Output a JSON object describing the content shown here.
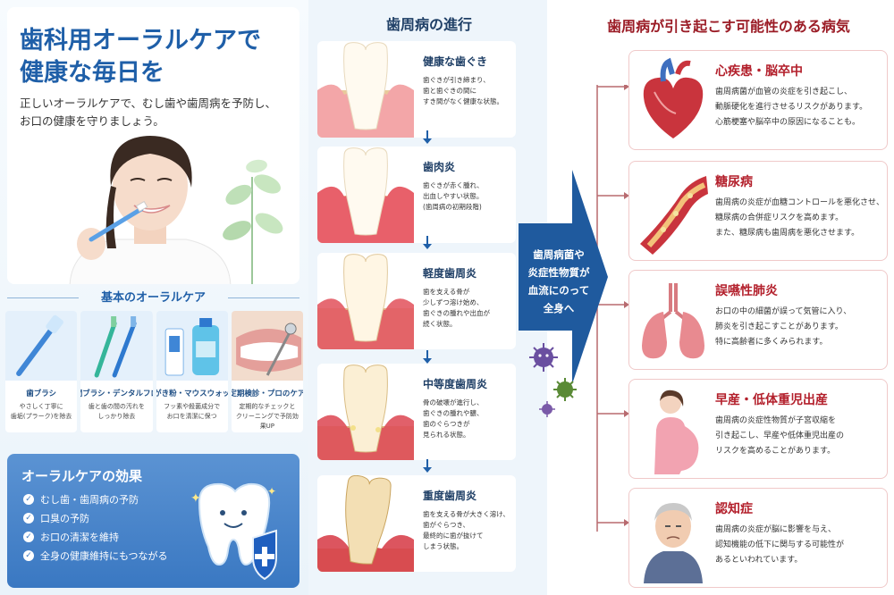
{
  "hero": {
    "title_line1": "歯科用オーラルケアで",
    "title_line2": "健康な毎日を",
    "subtitle_line1": "正しいオーラルケアで、むし歯や歯周病を予防し、",
    "subtitle_line2": "お口の健康を守りましょう。"
  },
  "basic_care": {
    "title": "基本のオーラルケア",
    "items": [
      {
        "name": "歯ブラシ",
        "desc1": "やさしく丁寧に",
        "desc2": "歯垢(プラーク)を除去",
        "icon": "toothbrush-icon"
      },
      {
        "name": "歯間ブラシ・デンタルフロス",
        "desc1": "歯と歯の間の汚れを",
        "desc2": "しっかり除去",
        "icon": "interdental-brush-icon"
      },
      {
        "name": "歯みがき粉・マウスウォッシュ",
        "desc1": "フッ素や殺菌成分で",
        "desc2": "お口を清潔に保つ",
        "icon": "toothpaste-icon"
      },
      {
        "name": "定期検診・プロのケア",
        "desc1": "定期的なチェックと",
        "desc2": "クリーニングで予防効果UP",
        "icon": "dental-mirror-icon"
      }
    ]
  },
  "effects": {
    "title": "オーラルケアの効果",
    "items": [
      "むし歯・歯周病の予防",
      "口臭の予防",
      "お口の清潔を維持",
      "全身の健康維持にもつながる"
    ]
  },
  "progression": {
    "title": "歯周病の進行",
    "stages": [
      {
        "name": "健康な歯ぐき",
        "lines": [
          "歯ぐきが引き締まり、",
          "歯と歯ぐきの間に",
          "すき間がなく健康な状態。"
        ]
      },
      {
        "name": "歯肉炎",
        "lines": [
          "歯ぐきが赤く腫れ、",
          "出血しやすい状態。",
          "(歯周病の初期段階)"
        ]
      },
      {
        "name": "軽度歯周炎",
        "lines": [
          "歯を支える骨が",
          "少しずつ溶け始め、",
          "歯ぐきの腫れや出血が",
          "続く状態。"
        ]
      },
      {
        "name": "中等度歯周炎",
        "lines": [
          "骨の破壊が進行し、",
          "歯ぐきの腫れや膿、",
          "歯のぐらつきが",
          "見られる状態。"
        ]
      },
      {
        "name": "重度歯周炎",
        "lines": [
          "歯を支える骨が大きく溶け、",
          "歯がぐらつき、",
          "最終的に歯が抜けて",
          "しまう状態。"
        ]
      }
    ]
  },
  "arrow": {
    "lines": [
      "歯周病菌や",
      "炎症性物質が",
      "血流にのって",
      "全身へ"
    ],
    "color": "#1f5a9e"
  },
  "diseases": {
    "title": "歯周病が引き起こす可能性のある病気",
    "items": [
      {
        "name": "心疾患・脳卒中",
        "lines": [
          "歯周病菌が血管の炎症を引き起こし、",
          "動脈硬化を進行させるリスクがあります。",
          "心筋梗塞や脳卒中の原因になることも。"
        ],
        "icon": "heart-icon"
      },
      {
        "name": "糖尿病",
        "lines": [
          "歯周病の炎症が血糖コントロールを悪化させ、",
          "糖尿病の合併症リスクを高めます。",
          "また、糖尿病も歯周病を悪化させます。"
        ],
        "icon": "blood-vessel-icon"
      },
      {
        "name": "誤嚥性肺炎",
        "lines": [
          "お口の中の細菌が誤って気管に入り、",
          "肺炎を引き起こすことがあります。",
          "特に高齢者に多くみられます。"
        ],
        "icon": "lungs-icon"
      },
      {
        "name": "早産・低体重児出産",
        "lines": [
          "歯周病の炎症性物質が子宮収縮を",
          "引き起こし、早産や低体重児出産の",
          "リスクを高めることがあります。"
        ],
        "icon": "pregnant-woman-icon"
      },
      {
        "name": "認知症",
        "lines": [
          "歯周病の炎症が脳に影響を与え、",
          "認知機能の低下に関与する可能性が",
          "あるといわれています。"
        ],
        "icon": "elderly-man-icon"
      }
    ]
  },
  "colors": {
    "brand_blue": "#1f5fa8",
    "disease_red": "#b3202c",
    "gum_red": "#e8606a"
  }
}
